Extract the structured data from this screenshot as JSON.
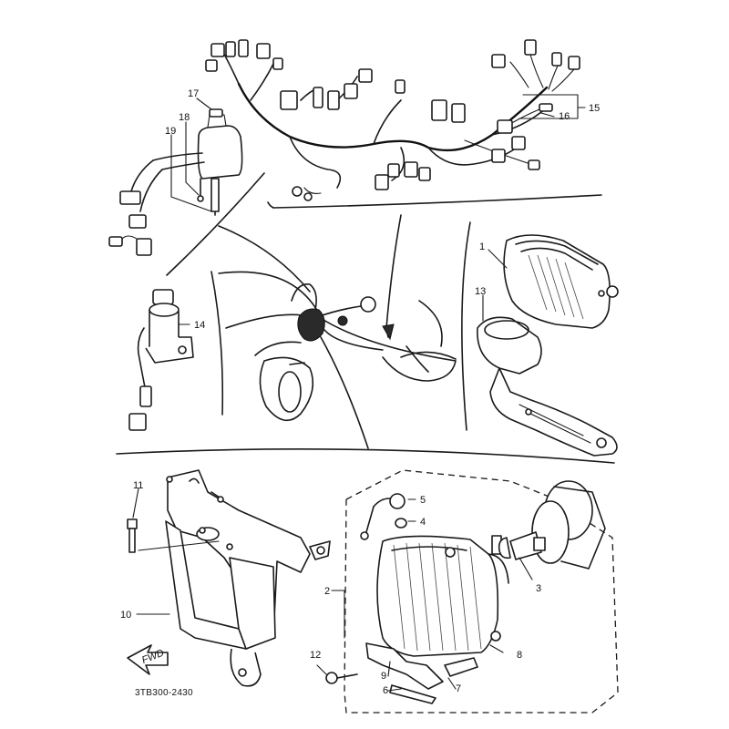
{
  "callouts": {
    "c1": "1",
    "c2": "2",
    "c3": "3",
    "c4": "4",
    "c5": "5",
    "c6": "6",
    "c7": "7",
    "c8": "8",
    "c9": "9",
    "c10": "10",
    "c11": "11",
    "c12": "12",
    "c13": "13",
    "c14": "14",
    "c15": "15",
    "c16": "16",
    "c17": "17",
    "c18": "18",
    "c19": "19"
  },
  "fwd_arrow": "FWD",
  "drawing_code": "3TB300-2430"
}
